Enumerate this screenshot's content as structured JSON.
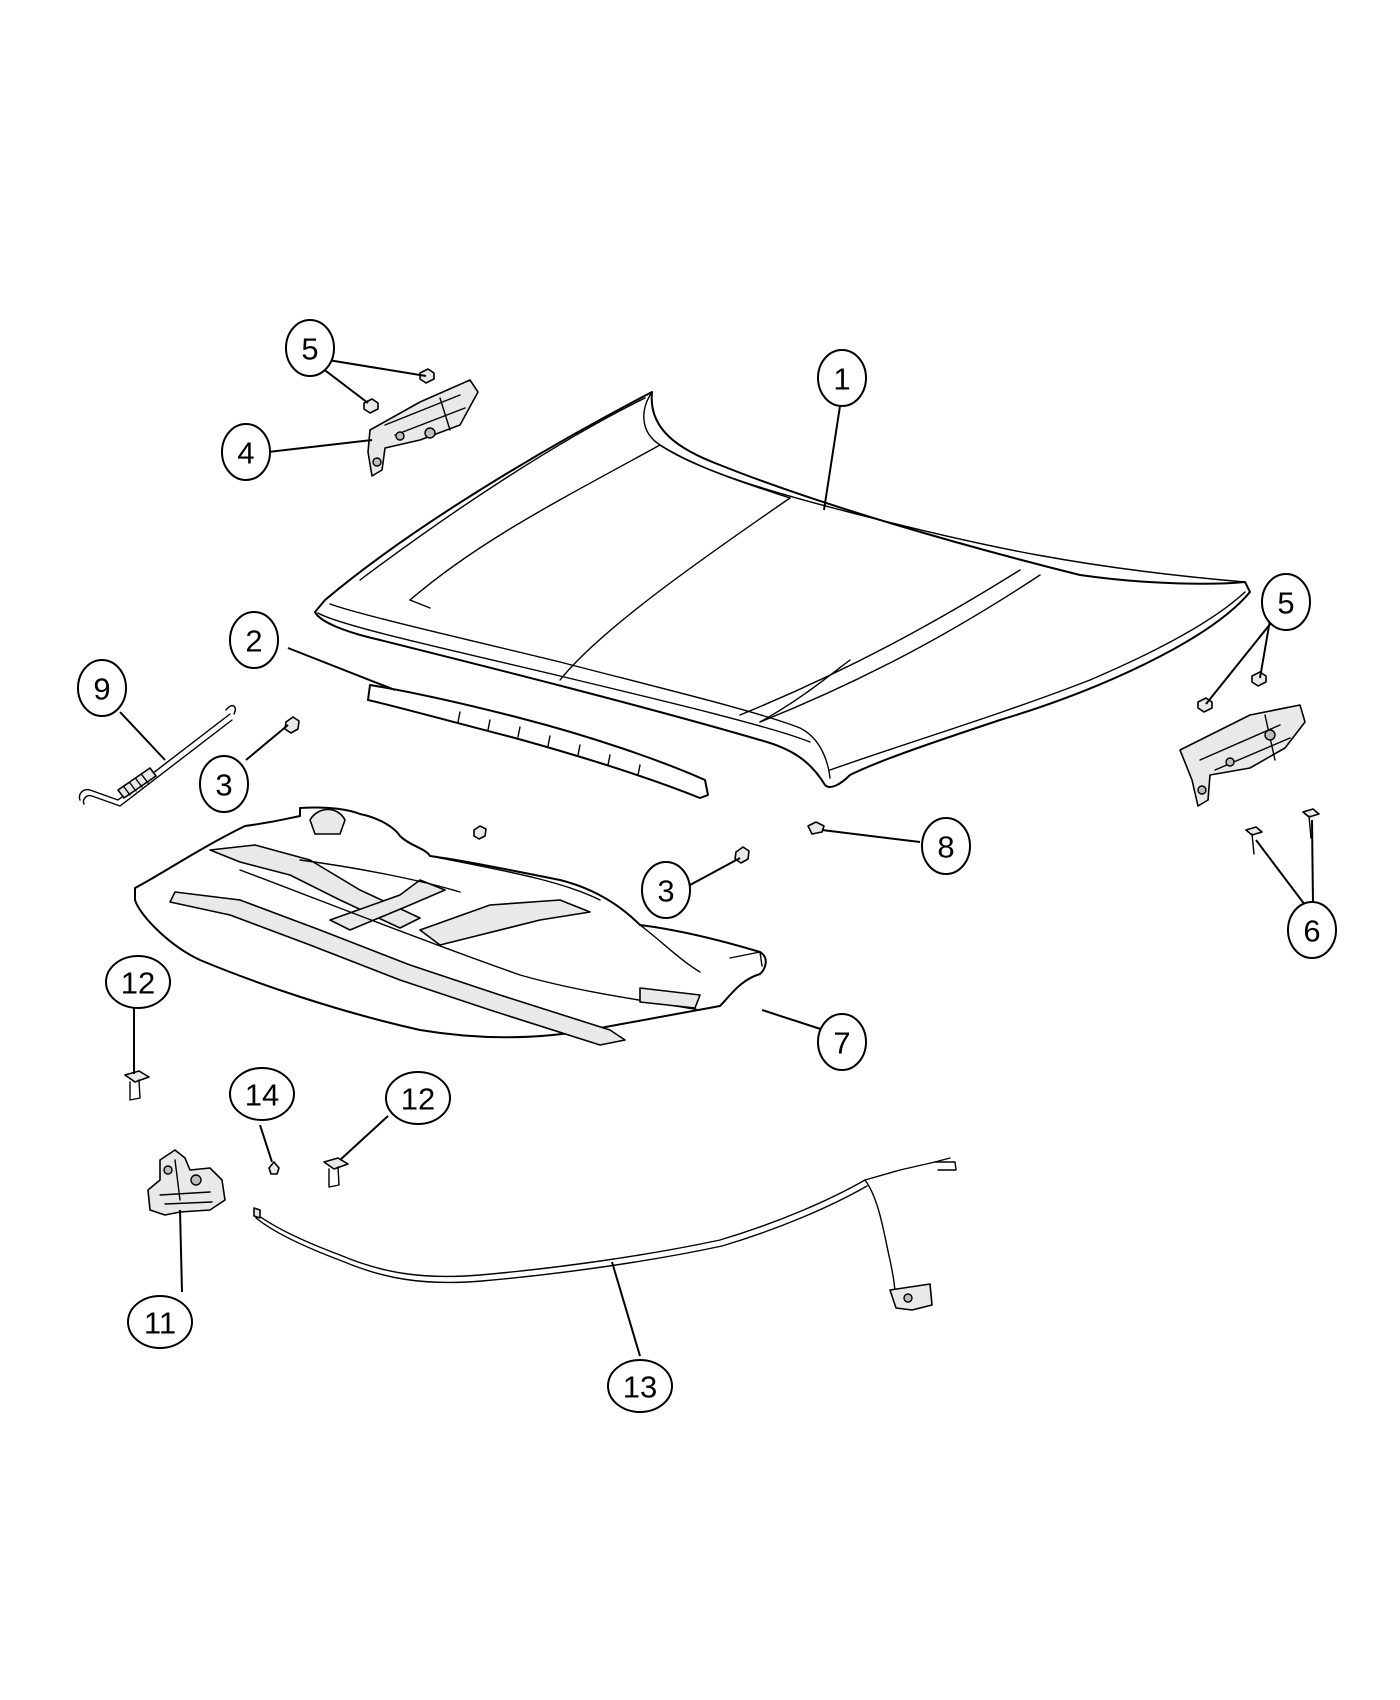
{
  "callouts": {
    "c1": "1",
    "c2": "2",
    "c3a": "3",
    "c3b": "3",
    "c4": "4",
    "c5a": "5",
    "c5b": "5",
    "c6": "6",
    "c7": "7",
    "c8": "8",
    "c9": "9",
    "c11": "11",
    "c12a": "12",
    "c12b": "12",
    "c13": "13",
    "c14": "14"
  }
}
